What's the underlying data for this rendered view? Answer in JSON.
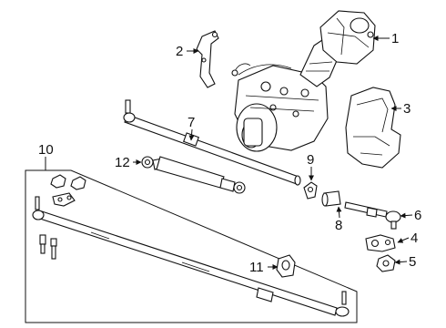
{
  "callouts": {
    "c1": "1",
    "c2": "2",
    "c3": "3",
    "c4": "4",
    "c5": "5",
    "c6": "6",
    "c7": "7",
    "c8": "8",
    "c9": "9",
    "c10": "10",
    "c11": "11",
    "c12": "12"
  },
  "parts": {
    "p1": "steering-gear-icon",
    "p2": "bracket-icon",
    "p3": "heat-shield-icon",
    "p4": "bracket-clamp-icon",
    "p5": "nut-icon",
    "p6": "tie-rod-end-icon",
    "p7": "drag-link-icon",
    "p8": "adjuster-sleeve-icon",
    "p9": "clamp-icon",
    "p10": "tie-rod-assembly-icon",
    "p11": "bushing-icon",
    "p12": "steering-damper-icon"
  }
}
